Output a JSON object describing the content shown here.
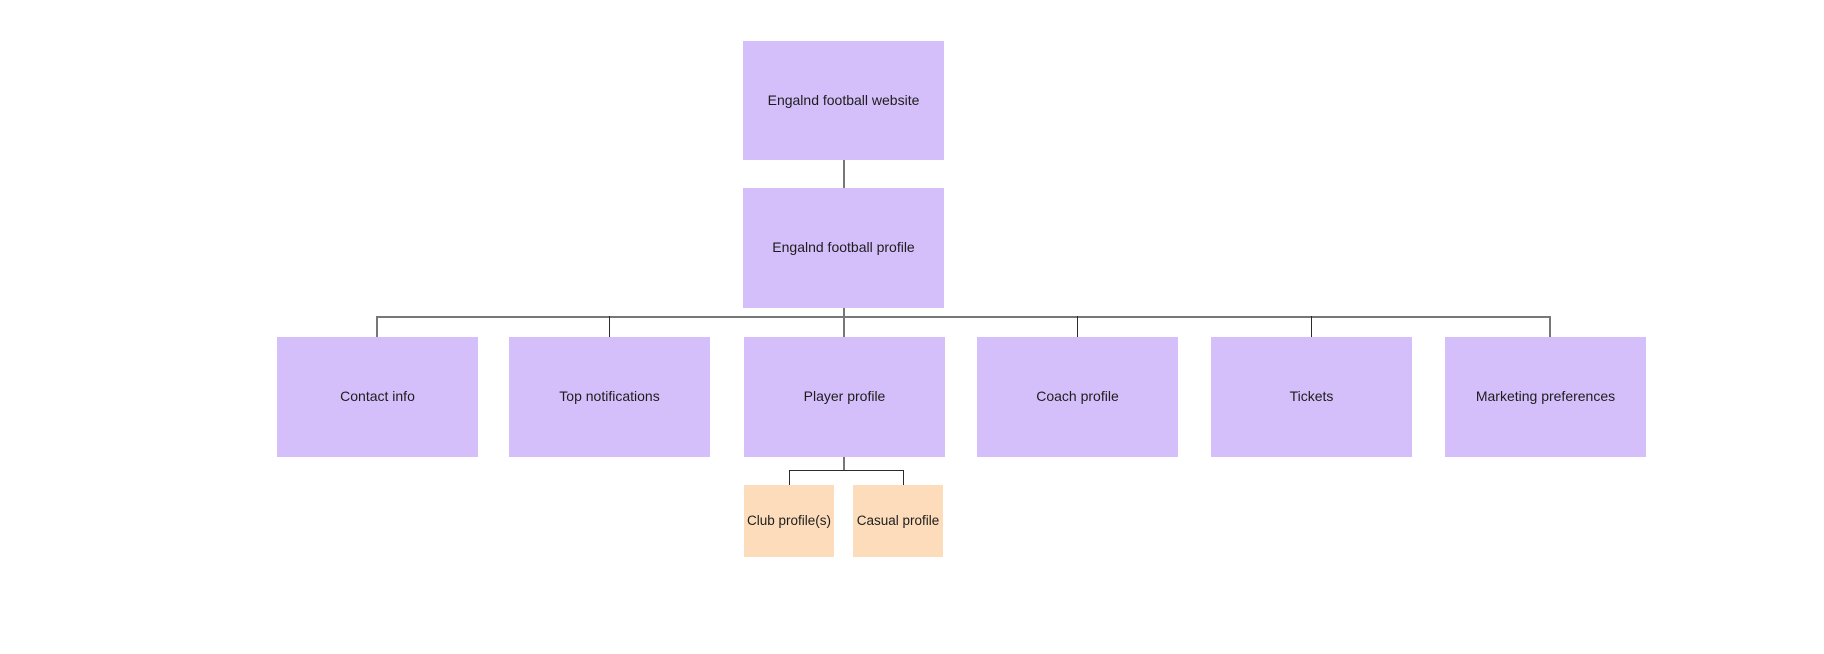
{
  "diagram": {
    "type": "sitemap-tree",
    "background_color": "#ffffff",
    "palette": {
      "node_purple": "#d4bffa",
      "node_orange": "#fcdcba",
      "connector_gray": "#777777",
      "connector_dark": "#2b2b2b",
      "text_color": "#1d1d1d"
    },
    "root": {
      "label": "Engalnd football website"
    },
    "profile": {
      "label": "Engalnd football profile"
    },
    "children": [
      {
        "label": "Contact info"
      },
      {
        "label": "Top notifications"
      },
      {
        "label": "Player profile"
      },
      {
        "label": "Coach profile"
      },
      {
        "label": "Tickets"
      },
      {
        "label": "Marketing preferences"
      }
    ],
    "player_profile_children": [
      {
        "label": "Club profile(s)"
      },
      {
        "label": "Casual profile"
      }
    ]
  }
}
